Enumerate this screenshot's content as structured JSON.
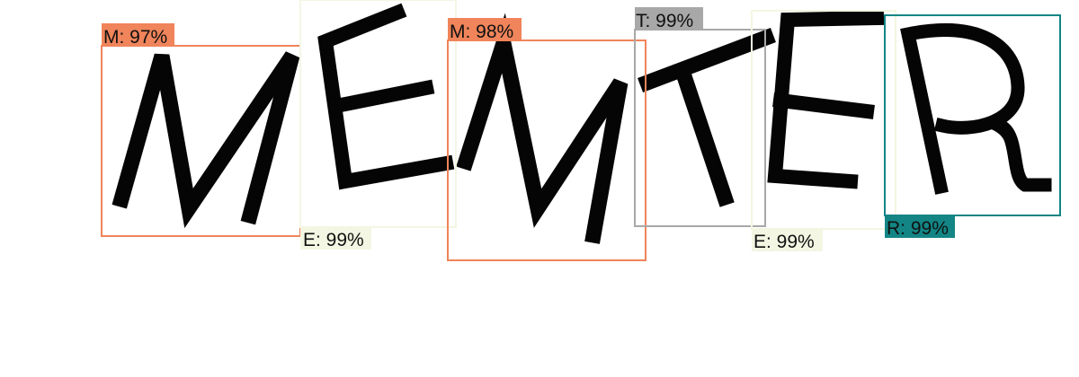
{
  "word": "MEMTER",
  "detections": [
    {
      "label": "M: 97%",
      "char": "M",
      "confidence": 0.97,
      "color": "#f0845a"
    },
    {
      "label": "E: 99%",
      "char": "E",
      "confidence": 0.99,
      "color": "#f3f6e2"
    },
    {
      "label": "M: 98%",
      "char": "M",
      "confidence": 0.98,
      "color": "#f0845a"
    },
    {
      "label": "T: 99%",
      "char": "T",
      "confidence": 0.99,
      "color": "#a8a8a8"
    },
    {
      "label": "E: 99%",
      "char": "E",
      "confidence": 0.99,
      "color": "#f3f6e2"
    },
    {
      "label": "R: 99%",
      "char": "R",
      "confidence": 0.99,
      "color": "#138585"
    }
  ]
}
